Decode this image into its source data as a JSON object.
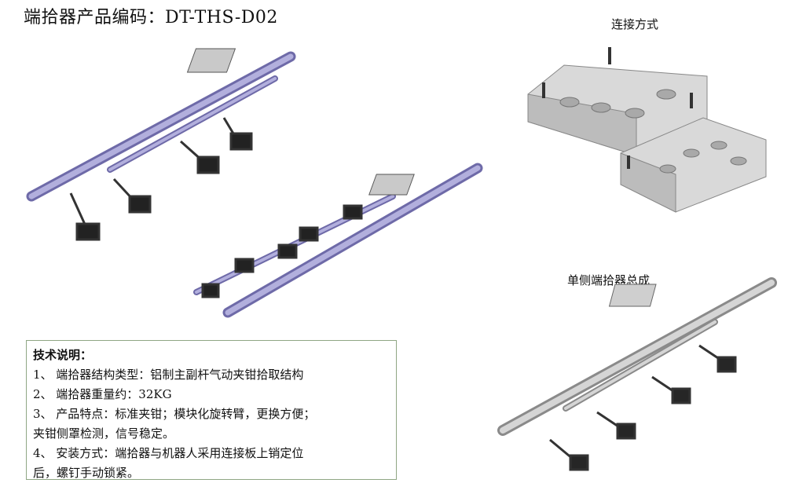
{
  "title": "端拾器产品编码：DT-THS-D02",
  "labels": {
    "connection": "连接方式",
    "single_side": "单侧端拾器总成"
  },
  "notes": {
    "heading": "技术说明：",
    "lines": [
      "1、 端拾器结构类型：铝制主副杆气动夹钳拾取结构",
      "2、 端拾器重量约：32KG",
      "3、 产品特点：标准夹钳；模块化旋转臂，更换方便；",
      "夹钳侧罩检测，信号稳定。",
      "4、 安装方式：端拾器与机器人采用连接板上销定位",
      "后，螺钉手动锁紧。"
    ]
  },
  "colors": {
    "tube": "#9a97c9",
    "tube_dark": "#6e6aa8",
    "gripper": "#2b2b2b",
    "plate": "#d9d9d9",
    "plate_dark": "#a9a9a9",
    "pipe_gray": "#bdbdbd",
    "border": "#8fa684"
  }
}
